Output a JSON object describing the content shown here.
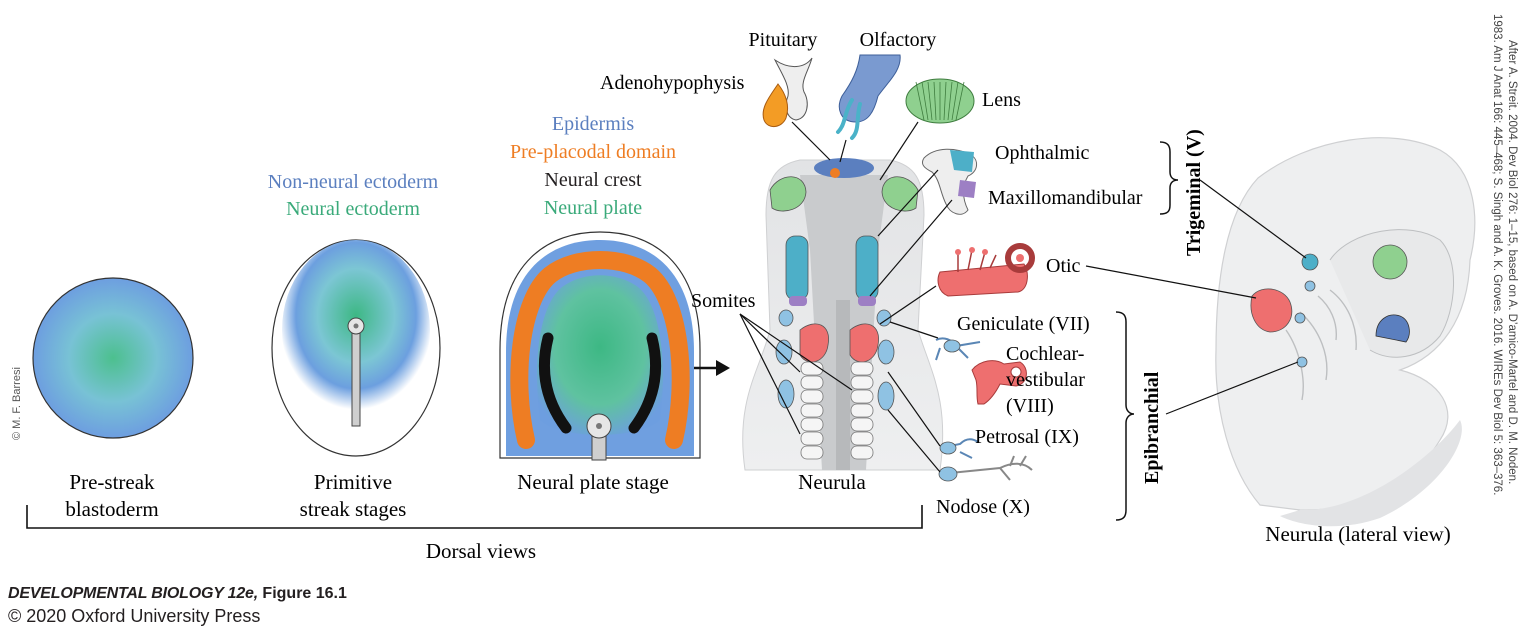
{
  "labels": {
    "pre_streak": [
      "Pre-streak",
      "blastoderm"
    ],
    "primitive": [
      "Primitive",
      "streak stages"
    ],
    "neural_plate_stage": "Neural plate stage",
    "neurula": "Neurula",
    "dorsal_views": "Dorsal views",
    "non_neural_ectoderm": "Non-neural ectoderm",
    "neural_ectoderm": "Neural ectoderm",
    "epidermis": "Epidermis",
    "pre_placodal": "Pre-placodal domain",
    "neural_crest": "Neural crest",
    "neural_plate": "Neural plate",
    "pituitary": "Pituitary",
    "olfactory": "Olfactory",
    "adenohypophysis": "Adenohypophysis",
    "lens": "Lens",
    "ophthalmic": "Ophthalmic",
    "maxillomandibular": "Maxillomandibular",
    "somites": "Somites",
    "otic": "Otic",
    "geniculate": "Geniculate (VII)",
    "cochlear": [
      "Cochlear-",
      "vestibular",
      "(VIII)"
    ],
    "petrosal": "Petrosal (IX)",
    "nodose": "Nodose (X)",
    "trigeminal": "Trigeminal (V)",
    "epibranchial": "Epibranchial",
    "lateral_view": "Neurula (lateral view)",
    "copyright_barresi": "© M. F. Barresi",
    "citation": [
      "After A. Streit. 2004. Dev Biol 276: 1–15, based on A. D’amico-Martel and D. M. Noden.",
      "1983. Am J Anat 166: 445–468; S. Singh and A. K. Groves. 2016. WIREs Dev Biol 5: 363–376."
    ]
  },
  "credits": {
    "book": "DEVELOPMENTAL BIOLOGY 12e,",
    "figure": "Figure 16.1",
    "copyright": "© 2020 Oxford University Press"
  },
  "colors": {
    "label_blue": "#5b7fbf",
    "label_green": "#3aaa7a",
    "label_orange": "#ee7d23",
    "placode_green": "#8fd08f",
    "placode_blue": "#7ab8d9",
    "placode_pink": "#ee6f6f",
    "placode_purple": "#9d7fc4"
  }
}
